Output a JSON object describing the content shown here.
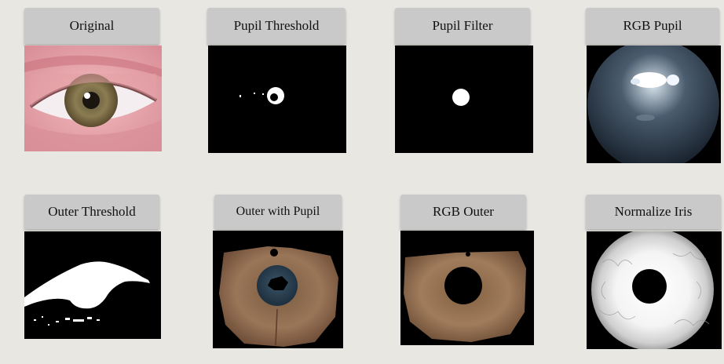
{
  "panels": [
    {
      "id": "original",
      "title": "Original"
    },
    {
      "id": "pupil-threshold",
      "title": "Pupil Threshold"
    },
    {
      "id": "pupil-filter",
      "title": "Pupil Filter"
    },
    {
      "id": "rgb-pupil",
      "title": "RGB Pupil"
    },
    {
      "id": "outer-threshold",
      "title": "Outer Threshold"
    },
    {
      "id": "outer-with-pupil",
      "title": "Outer with Pupil"
    },
    {
      "id": "rgb-outer",
      "title": "RGB Outer"
    },
    {
      "id": "normalize-iris",
      "title": "Normalize Iris"
    }
  ]
}
